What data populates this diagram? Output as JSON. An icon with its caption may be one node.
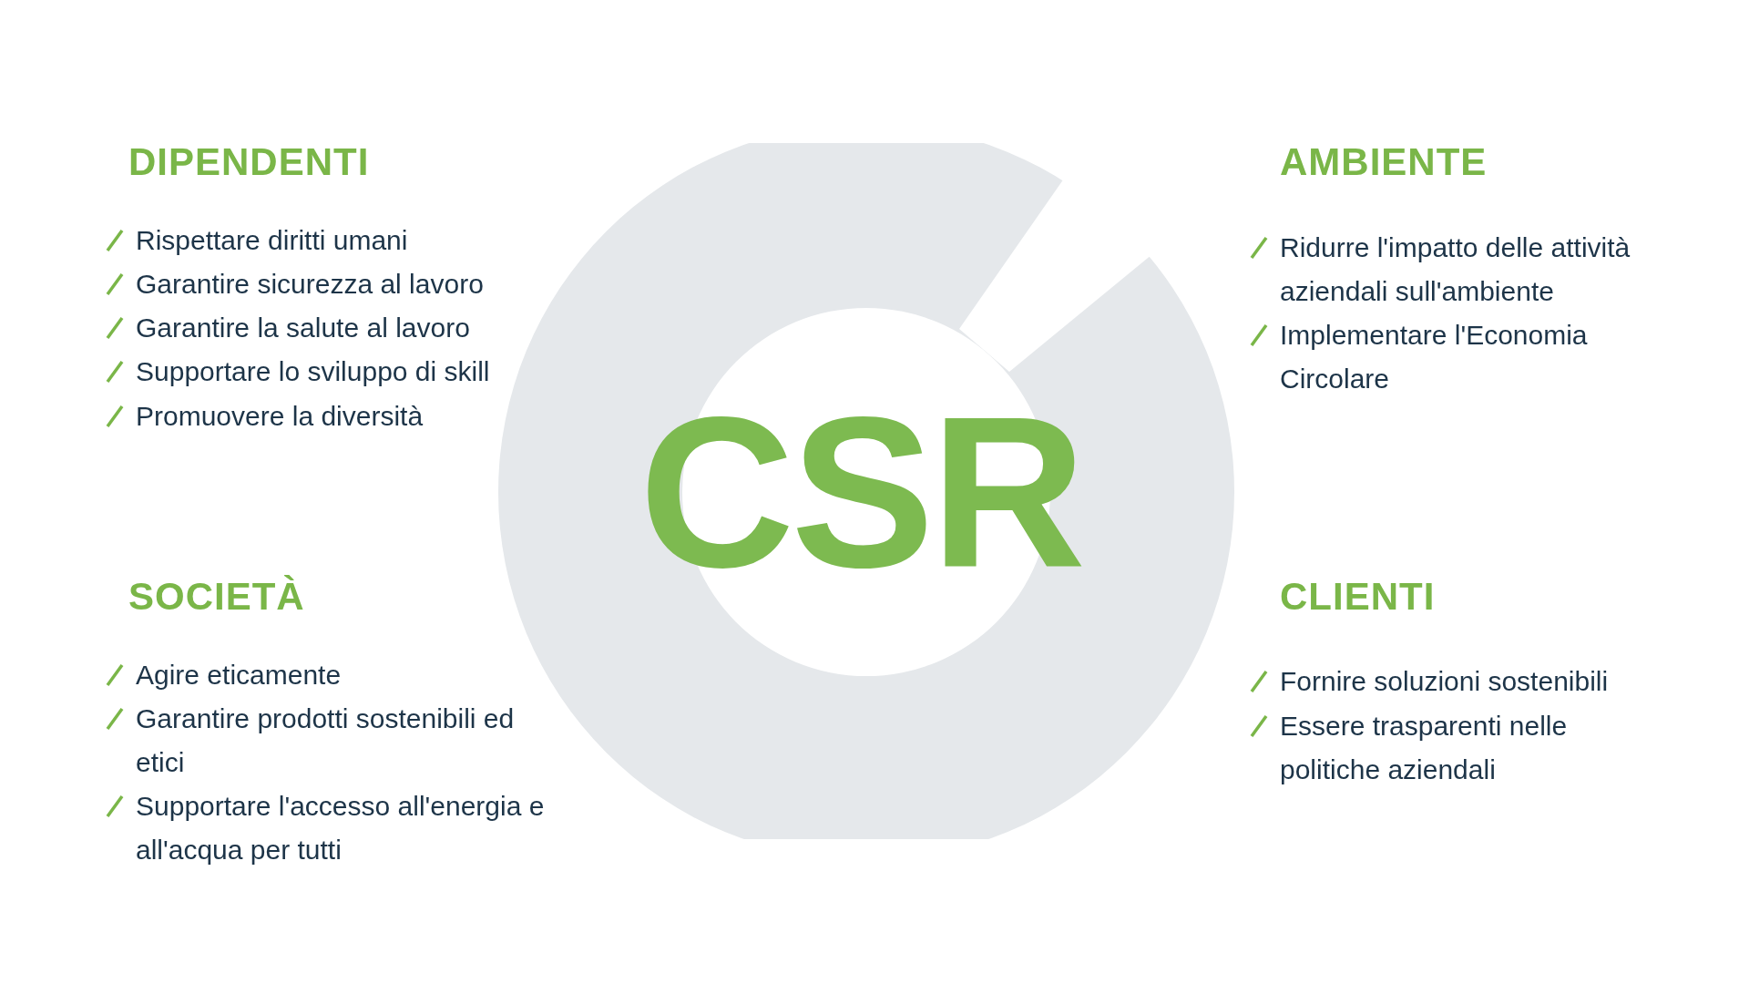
{
  "diagram": {
    "labels": [
      "DIPENDENTI",
      "Rispettare diritti umani",
      "Garantire sicurezza al lavoro",
      "Garantire la salute al lavoro",
      "Supportare lo sviluppo di skill",
      "Promuovere la diversità",
      "AMBIENTE",
      "Ridurre l'impatto delle attività aziendali sull'ambiente",
      "Implementare l'Economia Circolare",
      "CSR",
      "SOCIETÀ",
      "Agire eticamente",
      "Garantire prodotti sostenibili ed etici",
      "Supportare l'accesso all'energia e all'acqua per tutti",
      "CLIENTI",
      "Fornire soluzioni sostenibili",
      "Essere trasparenti nelle politiche aziendali"
    ]
  }
}
